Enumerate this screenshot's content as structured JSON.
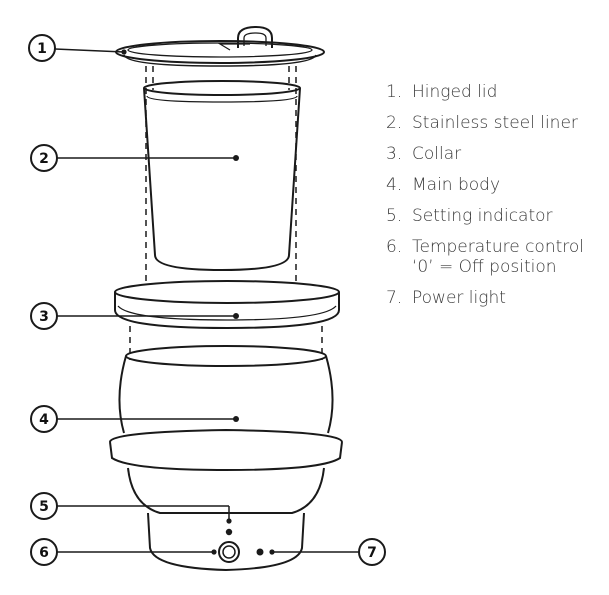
{
  "callouts": [
    {
      "number": "1"
    },
    {
      "number": "2"
    },
    {
      "number": "3"
    },
    {
      "number": "4"
    },
    {
      "number": "5"
    },
    {
      "number": "6"
    },
    {
      "number": "7"
    }
  ],
  "parts": [
    {
      "number": "1.",
      "label": "Hinged lid"
    },
    {
      "number": "2.",
      "label": "Stainless steel liner"
    },
    {
      "number": "3.",
      "label": "Collar"
    },
    {
      "number": "4.",
      "label": "Main body"
    },
    {
      "number": "5.",
      "label": "Setting indicator"
    },
    {
      "number": "6.",
      "label": "Temperature control\n‘0’ = Off position"
    },
    {
      "number": "7.",
      "label": "Power light"
    }
  ],
  "colors": {
    "line": "#1a1a1a",
    "dashed": "#1a1a1a"
  }
}
